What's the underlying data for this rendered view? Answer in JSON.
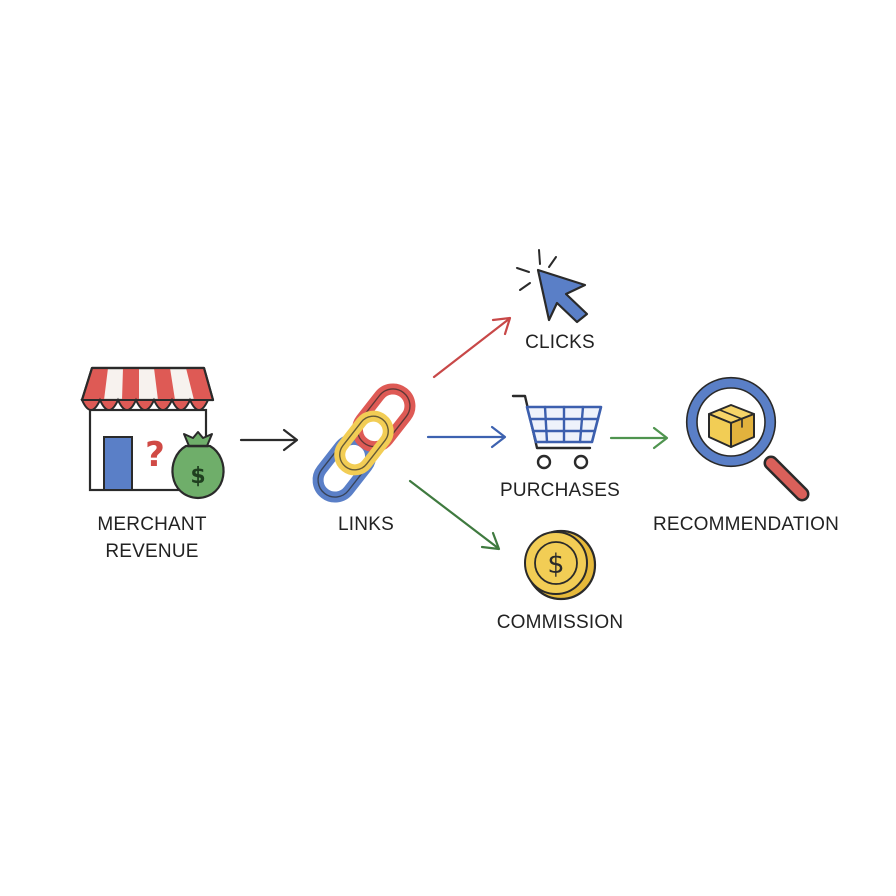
{
  "nodes": {
    "merchant": {
      "label_lines": [
        "MERCHANT",
        "REVENUE"
      ],
      "icon": "storefront-icon"
    },
    "money_bag": {
      "icon": "money-bag-icon",
      "symbol": "$"
    },
    "question": {
      "icon": "question-mark-icon",
      "symbol": "?"
    },
    "links": {
      "label": "LINKS",
      "icon": "chain-link-icon"
    },
    "clicks": {
      "label": "CLICKS",
      "icon": "cursor-click-icon"
    },
    "purchases": {
      "label": "PURCHASES",
      "icon": "shopping-cart-icon"
    },
    "commission": {
      "label": "COMMISSION",
      "icon": "coin-icon",
      "symbol": "$"
    },
    "recommendation": {
      "label": "RECOMMENDATION",
      "icon": "magnifier-box-icon"
    }
  },
  "edges": [
    {
      "from": "merchant",
      "to": "links",
      "color": "#2b2b2b"
    },
    {
      "from": "links",
      "to": "clicks",
      "color": "#c84848"
    },
    {
      "from": "links",
      "to": "purchases",
      "color": "#3d62b0"
    },
    {
      "from": "links",
      "to": "commission",
      "color": "#3f7a3f"
    },
    {
      "from": "purchases",
      "to": "recommendation",
      "color": "#4f944f"
    }
  ],
  "colors": {
    "red": "#de5a55",
    "blue": "#5a7fc7",
    "yellow": "#f2cd55",
    "green": "#6fae6a",
    "ink": "#2a2a2a"
  }
}
